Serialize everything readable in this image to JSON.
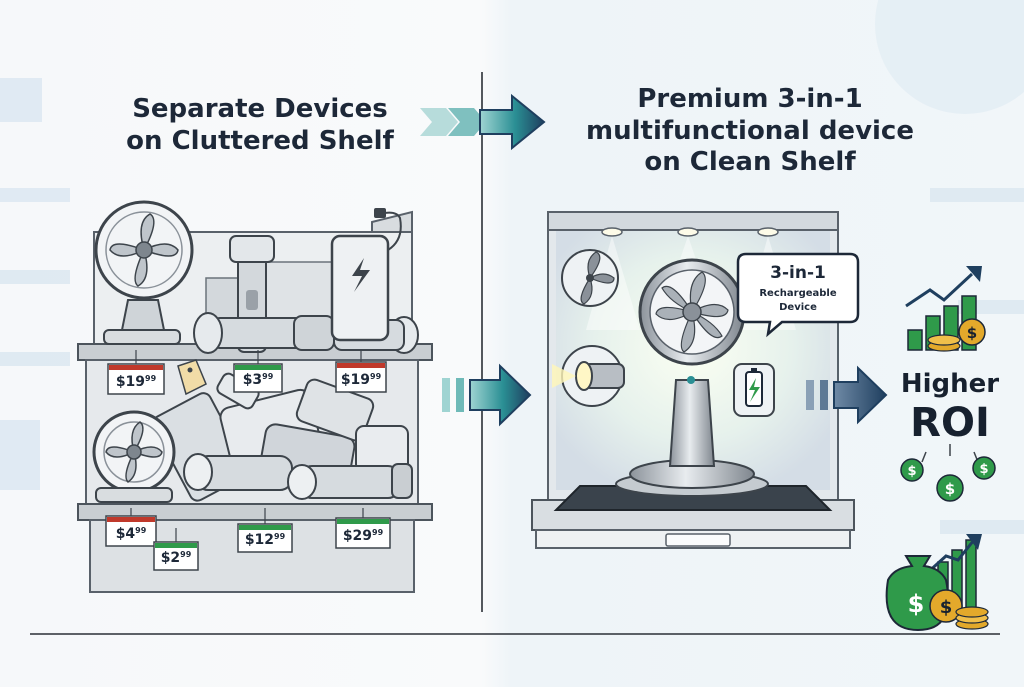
{
  "left_panel": {
    "title_lines": [
      "Separate Devices",
      "on Cluttered Shelf"
    ],
    "price_tags": [
      {
        "dollars": "$19",
        "cents": "99"
      },
      {
        "dollars": "$3",
        "cents": "99"
      },
      {
        "dollars": "$19",
        "cents": "99"
      },
      {
        "dollars": "$4",
        "cents": "99"
      },
      {
        "dollars": "$2",
        "cents": "99"
      },
      {
        "dollars": "$12",
        "cents": "99"
      },
      {
        "dollars": "$29",
        "cents": "99"
      }
    ]
  },
  "right_panel": {
    "title_lines": [
      "Premium 3-in-1",
      "multifunctional device",
      "on Clean Shelf"
    ],
    "badge": {
      "headline": "3-in-1",
      "line1": "Rechargeable",
      "line2": "Device"
    }
  },
  "result": {
    "line1": "Higher",
    "line2": "ROI",
    "currency_symbol": "$"
  },
  "colors": {
    "accent_teal": "#2a8f94",
    "arrow_navy": "#1f3f5f",
    "money_green": "#2f9a4a",
    "coin_gold": "#e3a92b",
    "headline": "#1d2838"
  }
}
